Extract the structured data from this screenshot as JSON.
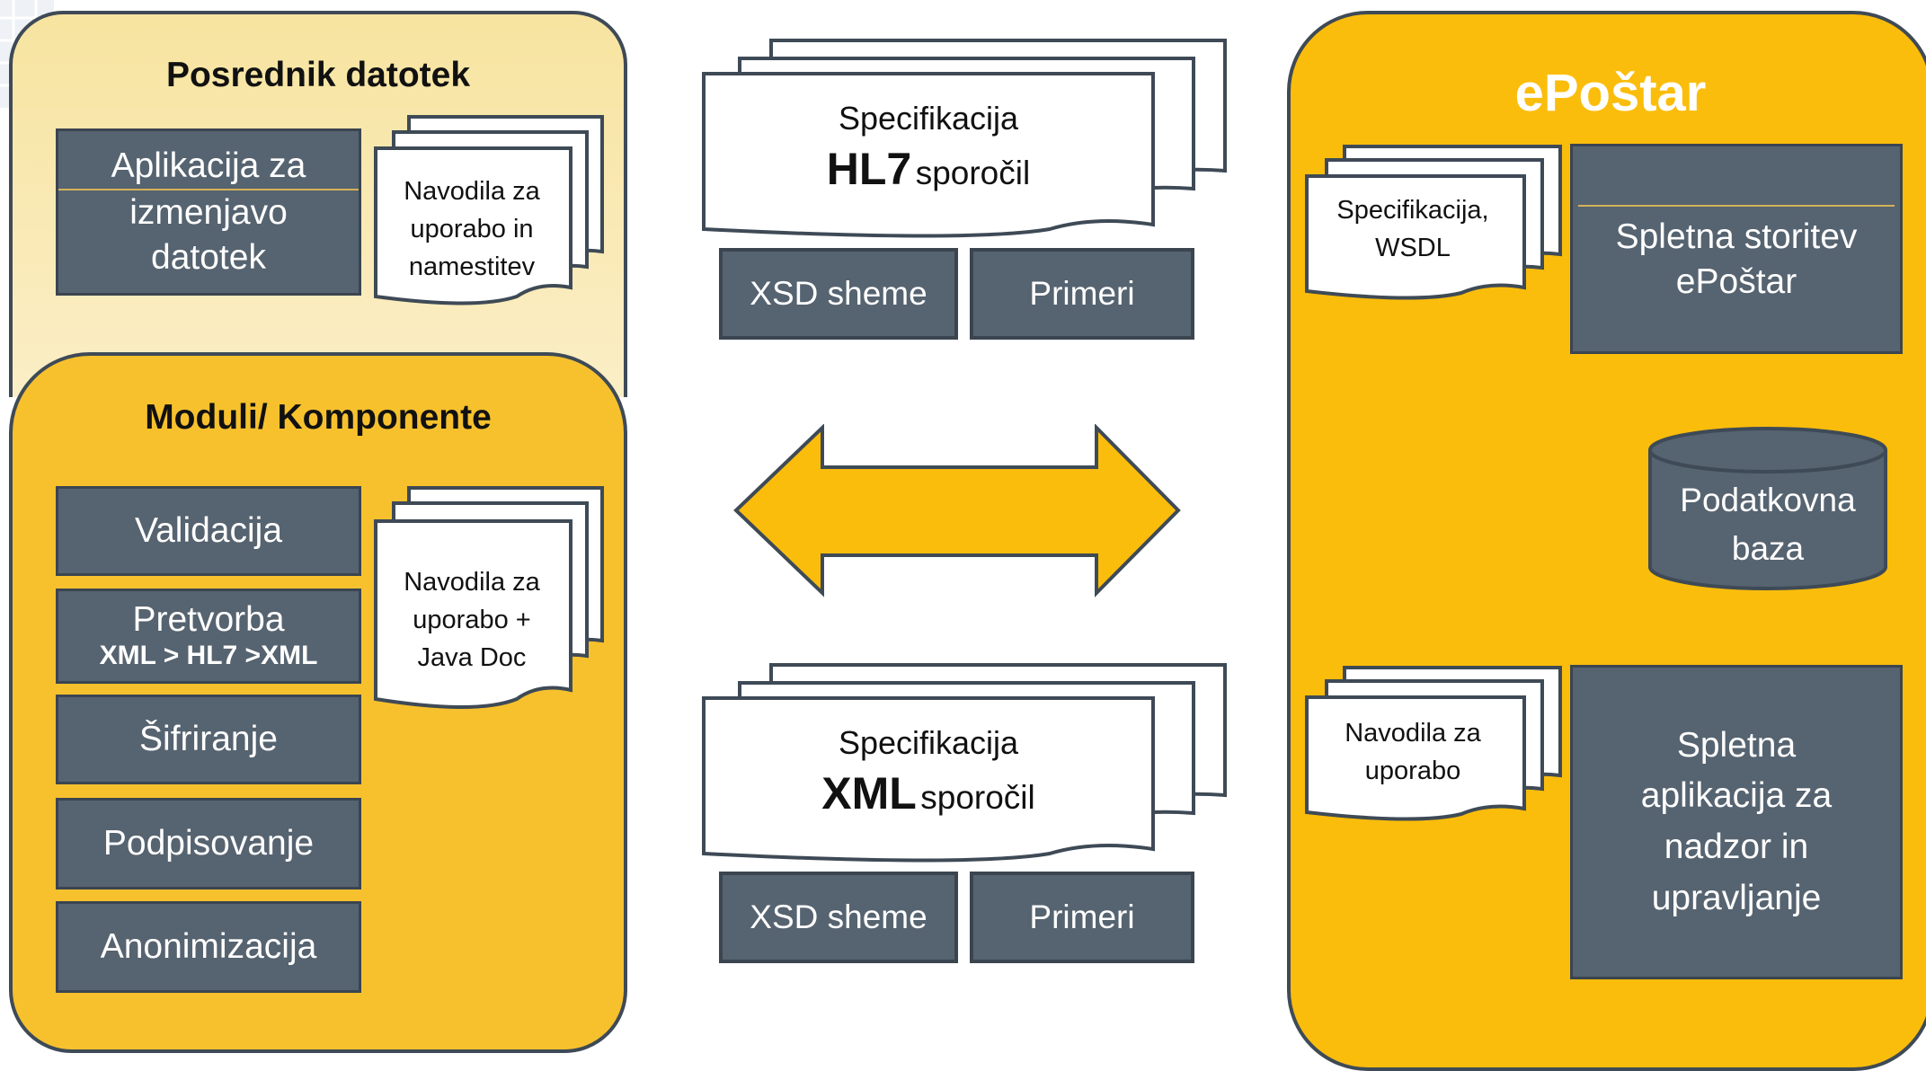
{
  "left": {
    "top_panel": {
      "title": "Posrednik datotek",
      "app_box": [
        "Aplikacija za",
        "izmenjavo",
        "datotek"
      ],
      "doc_lines": [
        "Navodila za",
        "uporabo  in",
        "namestitev"
      ]
    },
    "modules_panel": {
      "title": "Moduli/ Komponente",
      "items": [
        {
          "label": "Validacija"
        },
        {
          "label": "Pretvorba",
          "sub": "XML > HL7 >XML"
        },
        {
          "label": "Šifriranje"
        },
        {
          "label": "Podpisovanje"
        },
        {
          "label": "Anonimizacija"
        }
      ],
      "doc_lines": [
        "Navodila za",
        "uporabo +",
        "Java Doc"
      ]
    }
  },
  "center": {
    "hl7": {
      "line1": "Specifikacija",
      "bold": "HL7",
      "suffix": "sporočil",
      "buttons": [
        "XSD sheme",
        "Primeri"
      ]
    },
    "xml": {
      "line1": "Specifikacija",
      "bold": "XML",
      "suffix": "sporočil",
      "buttons": [
        "XSD sheme",
        "Primeri"
      ]
    }
  },
  "right": {
    "title": "ePoštar",
    "spec_doc_lines": [
      "Specifikacija,",
      "WSDL"
    ],
    "service_lines": [
      "Spletna storitev",
      "ePoštar"
    ],
    "database_lines": [
      "Podatkovna",
      "baza"
    ],
    "manual_doc_lines": [
      "Navodila za",
      "uporabo"
    ],
    "app_lines": [
      "Spletna",
      "aplikacija za",
      "nadzor in",
      "upravljanje"
    ]
  },
  "colors": {
    "panel_gold": "#fbbd0c",
    "panel_light": "#f7e4a0",
    "box_grey": "#566370",
    "outline": "#3e4a56"
  }
}
